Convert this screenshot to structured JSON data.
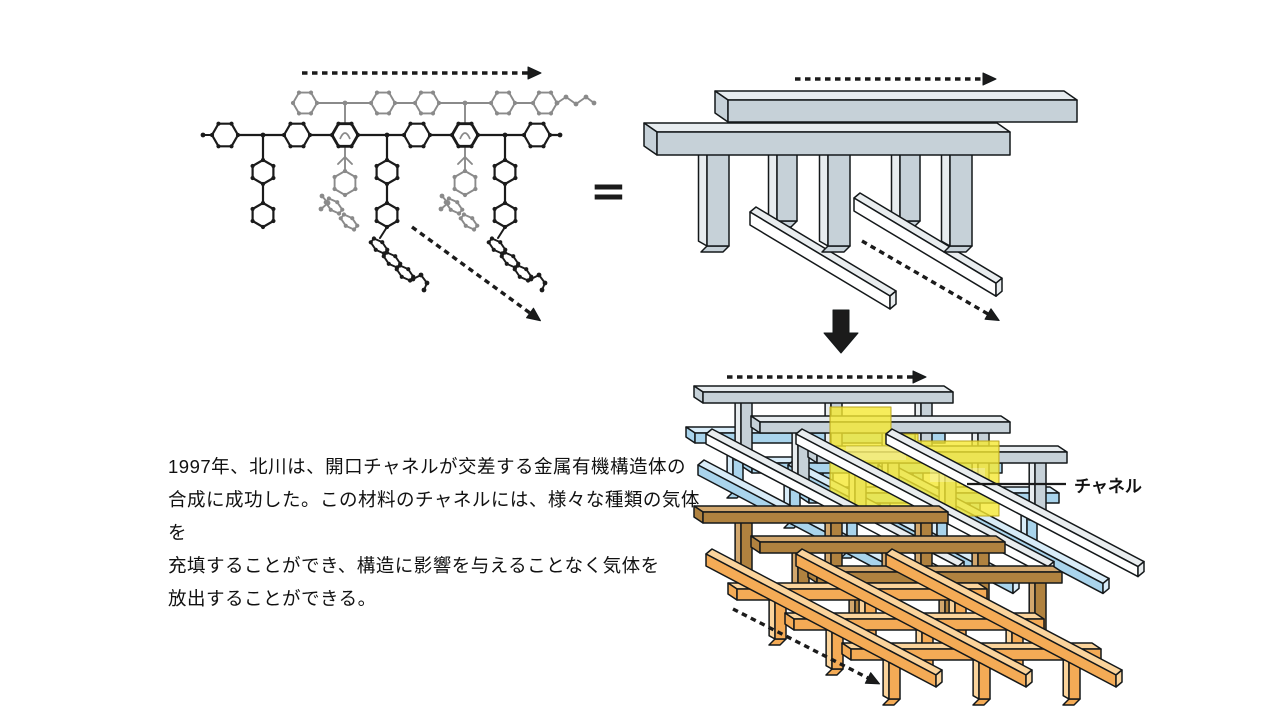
{
  "description": {
    "lines": [
      "1997年、北川は、開口チャネルが交差する金属有機構造体の",
      "合成に成功した。この材料のチャネルには、様々な種類の気体を",
      "充填することができ、構造に影響を与えることなく気体を",
      "放出することができる。"
    ]
  },
  "labels": {
    "channel": "チャネル",
    "equals": "="
  },
  "icons": {
    "flow_arrow": "dashed-arrow-right",
    "stacking_arrow": "dashed-arrow-diagonal",
    "transform_arrow": "solid-arrow-down"
  },
  "palette": {
    "ink": "#1b1b1b",
    "outline": "#14181a",
    "molGray": "#8a8a8a",
    "yellow": "#f5e832",
    "yellowEdge": "#b9a41c",
    "gray": {
      "f": "#c6d1d8",
      "l": "#e7ecef"
    },
    "white": {
      "f": "#ffffff",
      "l": "#e9edef"
    },
    "blue": {
      "f": "#a9d4ec",
      "l": "#d8ecf8"
    },
    "brown": {
      "f": "#b0823f",
      "l": "#d2a76d"
    },
    "orange": {
      "f": "#f4ab56",
      "l": "#fbd49c"
    }
  }
}
